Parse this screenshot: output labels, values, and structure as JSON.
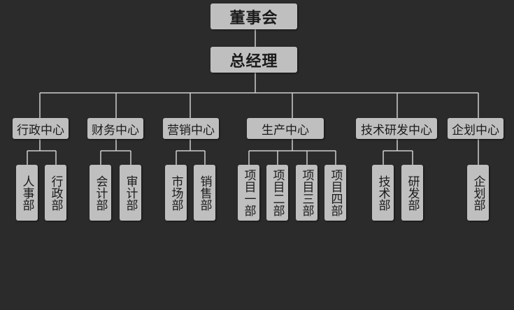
{
  "board": "董事会",
  "gm": "总经理",
  "departments": [
    {
      "name": "行政中心",
      "subs": [
        "人事部",
        "行政部"
      ]
    },
    {
      "name": "财务中心",
      "subs": [
        "会计部",
        "审计部"
      ]
    },
    {
      "name": "营销中心",
      "subs": [
        "市场部",
        "销售部"
      ]
    },
    {
      "name": "生产中心",
      "subs": [
        "项目一部",
        "项目二部",
        "项目三部",
        "项目四部"
      ]
    },
    {
      "name": "技术研发中心",
      "subs": [
        "技术部",
        "研发部"
      ]
    },
    {
      "name": "企划中心",
      "subs": [
        "企划部"
      ]
    }
  ],
  "colors": {
    "background": "#2b2b2b",
    "box": "#bfbfbf",
    "line": "#cfcfcf",
    "text": "#1a1a1a"
  }
}
